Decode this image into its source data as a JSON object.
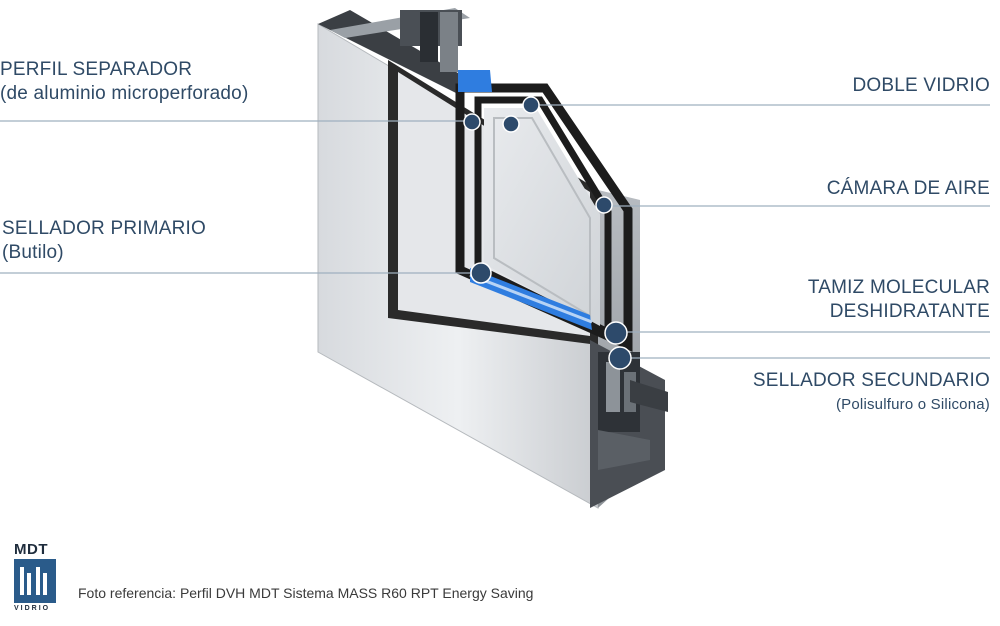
{
  "labels": {
    "perfil_separador": {
      "title": "PERFIL SEPARADOR",
      "sub": "(de aluminio microperforado)"
    },
    "sellador_primario": {
      "title": "SELLADOR PRIMARIO",
      "sub": "(Butilo)"
    },
    "doble_vidrio": {
      "title": "DOBLE VIDRIO"
    },
    "camara_aire": {
      "title": "CÁMARA DE AIRE"
    },
    "tamiz": {
      "line1": "TAMIZ MOLECULAR",
      "line2": "DESHIDRATANTE"
    },
    "sellador_secundario": {
      "title": "SELLADOR SECUNDARIO",
      "sub": "(Polisulfuro o Silicona)"
    }
  },
  "caption": "Foto referencia: Perfil DVH MDT Sistema MASS R60 RPT Energy Saving",
  "logo": {
    "top": "MDT",
    "bottom": "VIDRIO"
  },
  "colors": {
    "text": "#2f4a66",
    "dot": "#2d4a6b",
    "line": "#9fb0bf",
    "frame": "#1c1c1c",
    "glass_edge": "#2f7de0"
  },
  "icons": [
    "mdt-logo-icon"
  ]
}
